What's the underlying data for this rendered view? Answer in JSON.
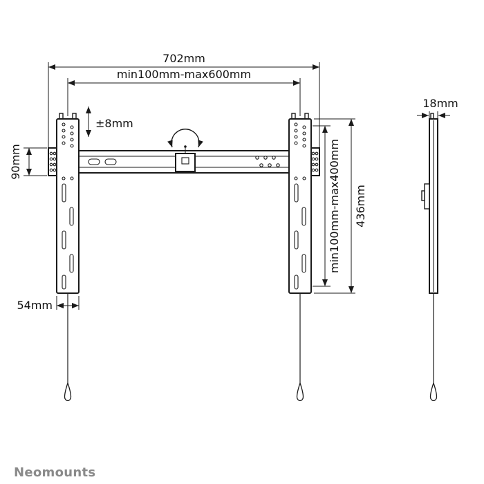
{
  "labels": {
    "total_width": "702mm",
    "width_range": "min100mm-max600mm",
    "height_adjustment": "±8mm",
    "plate_height": "90mm",
    "height_range": "min100mm-max400mm",
    "bracket_height": "436mm",
    "bracket_width": "54mm",
    "depth": "18mm"
  },
  "brand": {
    "name": "Neomounts"
  },
  "colors": {
    "line": "#1a1a1a",
    "brand_text": "#8a8a8a"
  }
}
